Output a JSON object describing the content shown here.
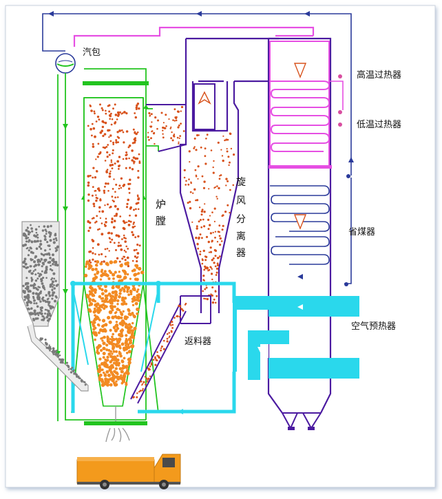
{
  "labels": {
    "drum": "汽包",
    "furnace_1": "炉",
    "furnace_2": "膛",
    "cyclone_1": "旋",
    "cyclone_2": "风",
    "cyclone_3": "分",
    "cyclone_4": "离",
    "cyclone_5": "器",
    "hts": "高温过热器",
    "lts": "低温过热器",
    "economizer": "省煤器",
    "air_preheater": "空气预热器",
    "loop_seal": "返料器"
  },
  "colors": {
    "water": "#22c41f",
    "steam": "#e64fe3",
    "flue": "#4b1aa0",
    "air": "#2ad8ec",
    "loop": "#2a3a9a",
    "particle": "#d8521c",
    "bed": "#f28a22",
    "coal": "#9a9a9a",
    "truck": "#f39a1c"
  },
  "icons": {
    "drum": "steam-drum-icon",
    "truck": "truck-icon",
    "coal_bin": "coal-bin-icon"
  }
}
